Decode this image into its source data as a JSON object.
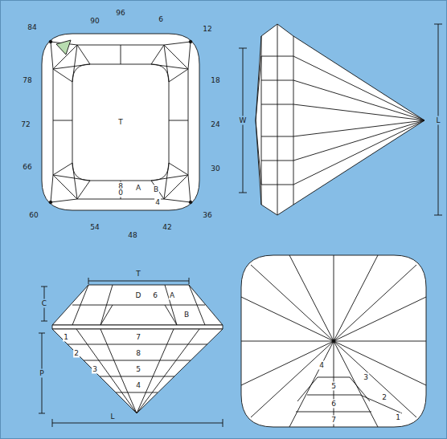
{
  "diagram": {
    "labels": [
      "96",
      "6",
      "12",
      "18",
      "24",
      "30",
      "36",
      "42",
      "48",
      "54",
      "60",
      "66",
      "72",
      "78",
      "84",
      "90",
      "T",
      "8",
      "A",
      "B",
      "0",
      "4",
      "W",
      "L",
      "T",
      "C",
      "P",
      "L",
      "D",
      "6",
      "A",
      "B",
      "1",
      "2",
      "3",
      "7",
      "8",
      "5",
      "4",
      "4",
      "5",
      "3",
      "6",
      "2",
      "7",
      "1"
    ]
  }
}
